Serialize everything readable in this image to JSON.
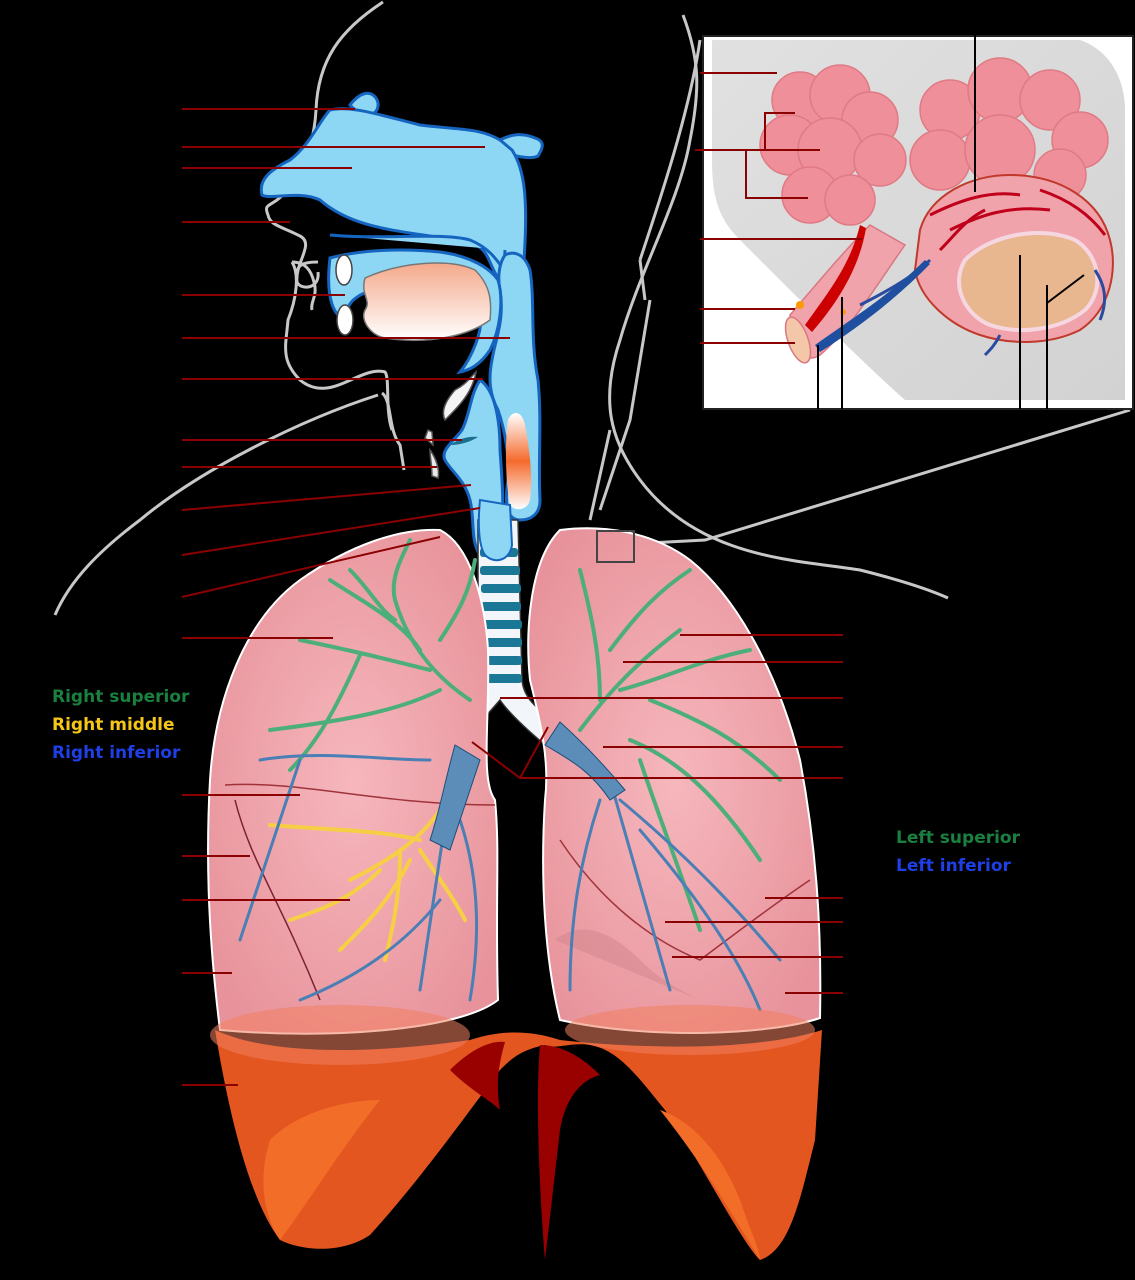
{
  "diagram": {
    "subject": "Human respiratory system",
    "background": "#000000"
  },
  "legend_right_lung": {
    "items": [
      {
        "label": "Right superior",
        "color": "#1a8040"
      },
      {
        "label": "Right middle",
        "color": "#f5c518"
      },
      {
        "label": "Right inferior",
        "color": "#1f3fe6"
      }
    ]
  },
  "legend_left_lung": {
    "items": [
      {
        "label": "Left superior",
        "color": "#1a8040"
      },
      {
        "label": "Left inferior",
        "color": "#1f3fe6"
      }
    ]
  },
  "colors": {
    "airway_blue": "#8dd7f5",
    "airway_outline": "#1565c0",
    "lung_pink": "#f0a3aa",
    "diaphragm_orange": "#e8531e",
    "diaphragm_dark": "#990000",
    "leader_line": "#8b0000",
    "bronchi_green": "#4caf7a",
    "bronchi_blue": "#4a7fb5",
    "bronchi_yellow": "#f7cf45",
    "inset_bg": "#e6e6e6"
  }
}
